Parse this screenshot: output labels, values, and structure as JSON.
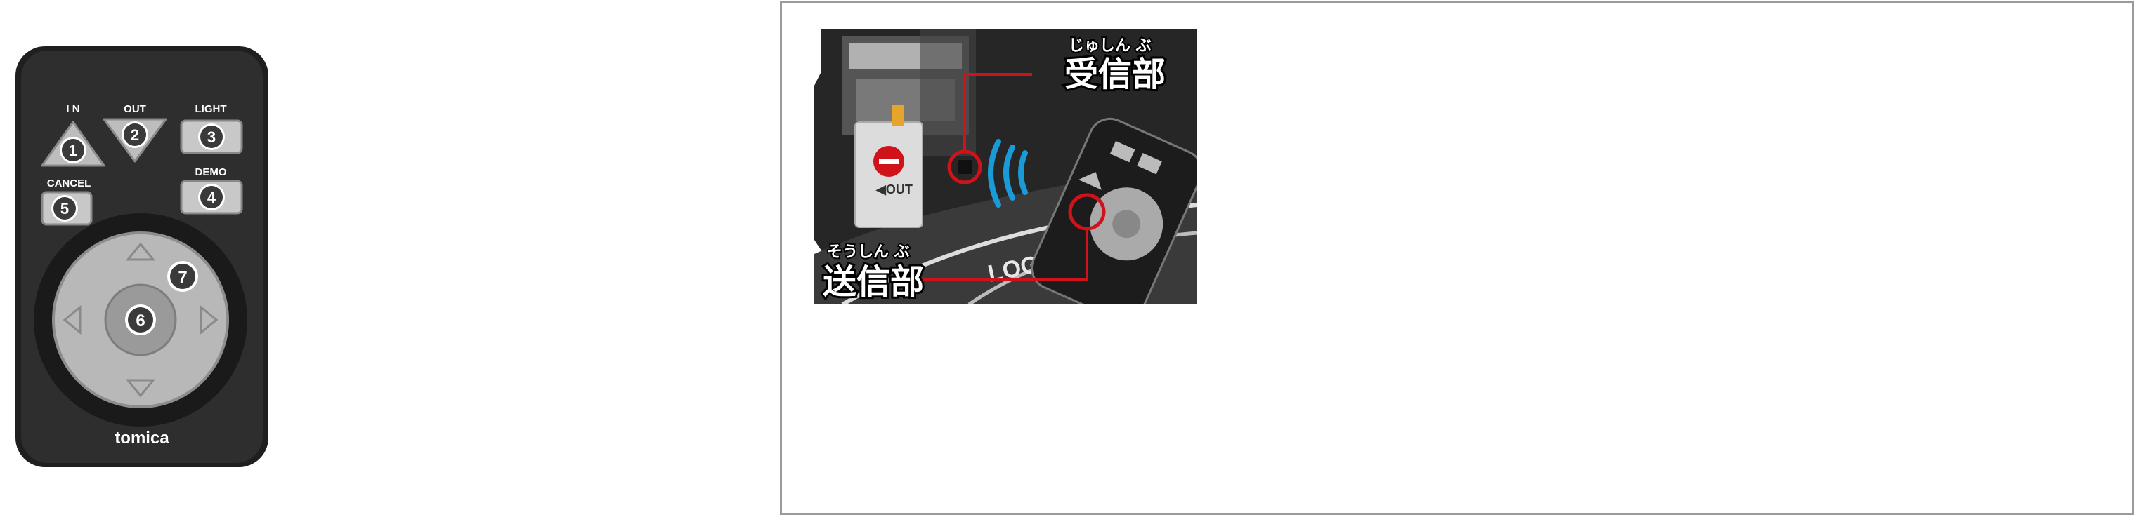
{
  "remote": {
    "brand": "tomica",
    "labels": {
      "in": "I N",
      "out": "OUT",
      "light": "LIGHT",
      "cancel": "CANCEL",
      "demo": "DEMO"
    },
    "buttons": {
      "in": "1",
      "out": "2",
      "light": "3",
      "demo": "4",
      "cancel": "5",
      "center": "6",
      "dpad": "7"
    }
  },
  "diagram": {
    "receiver_ruby": "じゅしん ぶ",
    "receiver_label": "受信部",
    "sender_ruby": "そうしん ぶ",
    "sender_label": "送信部",
    "gate_label": "◀OUT",
    "road_text": "LOG"
  },
  "colors": {
    "remote_body": "#2d2d2d",
    "button_gray": "#c8c8c8",
    "highlight_red": "#d0121b",
    "signal_blue": "#1a9ad6"
  }
}
